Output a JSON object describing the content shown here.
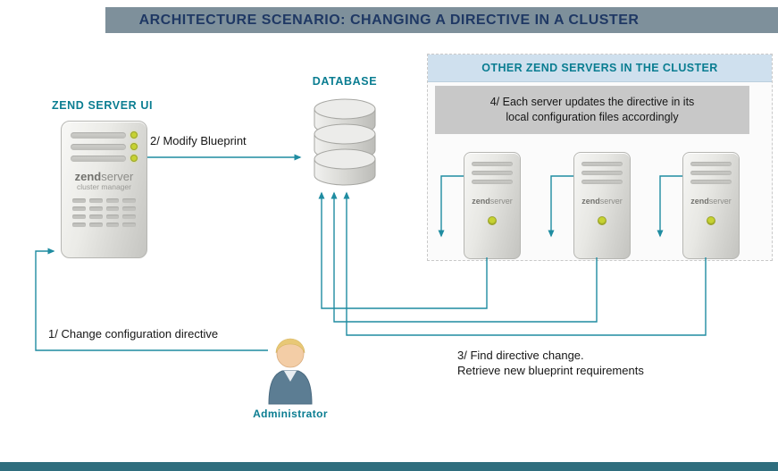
{
  "header": {
    "title": "ARCHITECTURE SCENARIO: CHANGING A DIRECTIVE IN A CLUSTER"
  },
  "zend_server_ui": {
    "heading": "ZEND SERVER UI",
    "logo_primary": "zend",
    "logo_secondary": "server",
    "subtitle": "cluster manager"
  },
  "database": {
    "heading": "DATABASE"
  },
  "cluster_panel": {
    "heading": "OTHER ZEND SERVERS IN THE CLUSTER",
    "note_line1": "4/ Each server updates the directive in its",
    "note_line2": "local configuration files accordingly",
    "servers": [
      {
        "logo_primary": "zend",
        "logo_secondary": "server"
      },
      {
        "logo_primary": "zend",
        "logo_secondary": "server"
      },
      {
        "logo_primary": "zend",
        "logo_secondary": "server"
      }
    ]
  },
  "labels": {
    "step1": "1/ Change configuration directive",
    "step2": "2/ Modify Blueprint",
    "step3_line1": "3/ Find directive change.",
    "step3_line2": "Retrieve new blueprint requirements"
  },
  "administrator": {
    "label": "Administrator"
  },
  "colors": {
    "title_text": "#1f3864",
    "header_bar": "#7e909b",
    "footer_bar": "#2f6e7e",
    "accent_teal": "#0a7d91",
    "connector": "#1f8ca1",
    "panel_header_bg": "#cfe0ee",
    "note_bg": "#c8c8c8",
    "led": "#c6d232"
  }
}
